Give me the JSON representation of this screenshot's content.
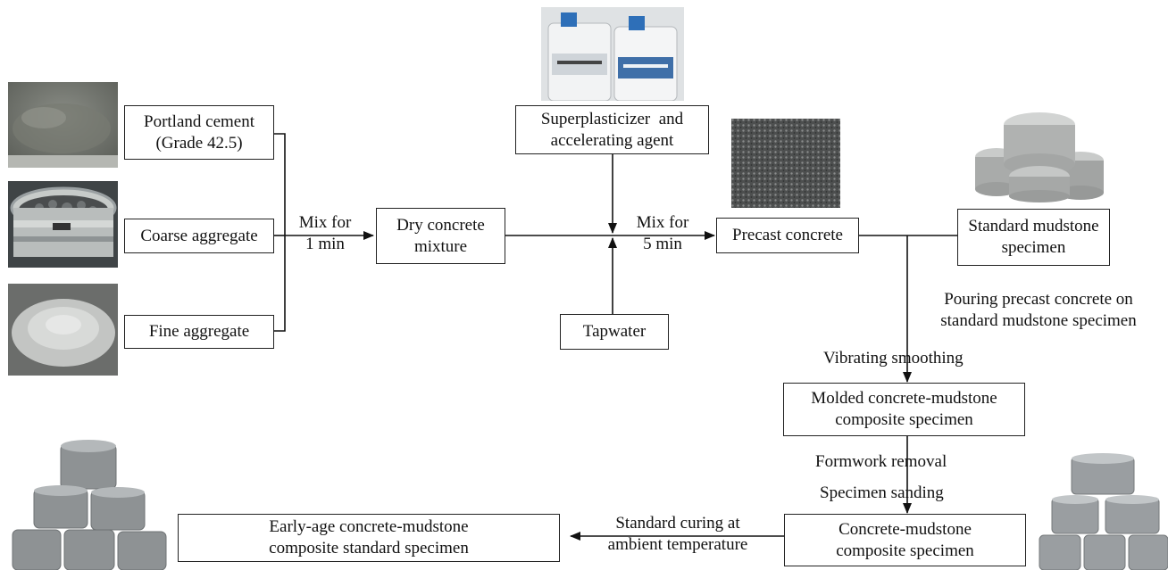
{
  "boxes": {
    "cement": [
      "Portland cement",
      "(Grade 42.5)"
    ],
    "coarse": [
      "Coarse aggregate"
    ],
    "fine": [
      "Fine aggregate"
    ],
    "dry": [
      "Dry concrete",
      "mixture"
    ],
    "admixture": [
      "Superplasticizer  and",
      "accelerating agent"
    ],
    "water": [
      "Tapwater"
    ],
    "precast": [
      "Precast concrete"
    ],
    "mudstone": [
      "Standard mudstone",
      "specimen"
    ],
    "molded": [
      "Molded concrete-mudstone",
      "composite specimen"
    ],
    "composite": [
      "Concrete-mudstone",
      "composite specimen"
    ],
    "early": [
      "Early-age concrete-mudstone",
      "composite standard specimen"
    ]
  },
  "labels": {
    "mix1": [
      "Mix for",
      "1 min"
    ],
    "mix5": [
      "Mix for",
      "5 min"
    ],
    "pouring": [
      "Pouring precast concrete on",
      "standard mudstone specimen"
    ],
    "vibrating": "Vibrating smoothing",
    "formwork": "Formwork removal",
    "sanding": "Specimen sanding",
    "curing": [
      "Standard curing at",
      "ambient temperature"
    ]
  }
}
